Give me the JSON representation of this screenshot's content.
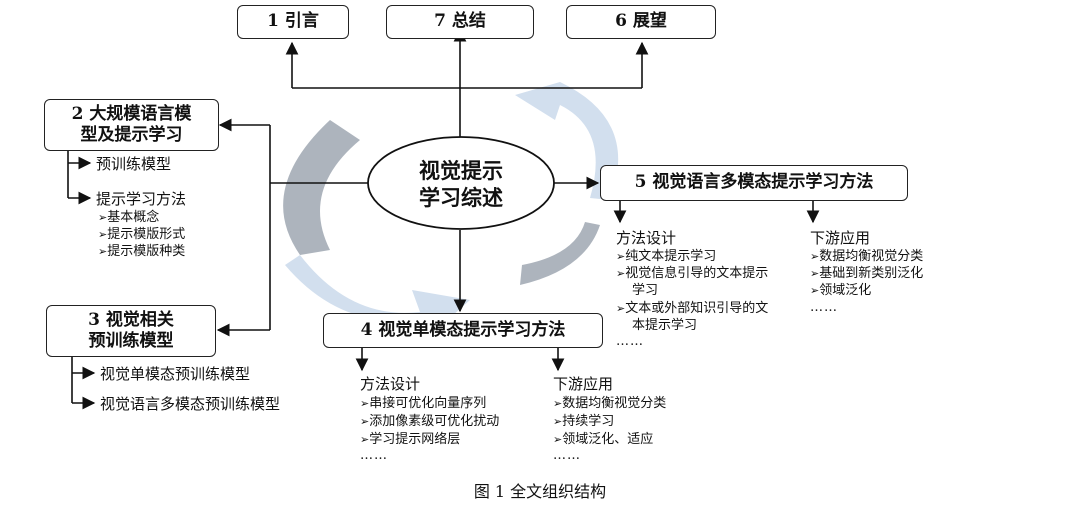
{
  "center": {
    "line1": "视觉提示",
    "line2": "学习综述"
  },
  "boxes": {
    "b1": "1 引言",
    "b7": "7 总结",
    "b6": "6 展望",
    "b2_line1": "2 大规模语言模",
    "b2_line2": "型及提示学习",
    "b3_line1": "3 视觉相关",
    "b3_line2": "预训练模型",
    "b4": "4 视觉单模态提示学习方法",
    "b5": "5 视觉语言多模态提示学习方法"
  },
  "sec2": {
    "sub1": "预训练模型",
    "sub2": "提示学习方法",
    "items": [
      "基本概念",
      "提示模版形式",
      "提示模版种类"
    ]
  },
  "sec3": {
    "sub1": "视觉单模态预训练模型",
    "sub2": "视觉语言多模态预训练模型"
  },
  "sec4": {
    "left_title": "方法设计",
    "left_items": [
      "串接可优化向量序列",
      "添加像素级可优化扰动",
      "学习提示网络层"
    ],
    "right_title": "下游应用",
    "right_items": [
      "数据均衡视觉分类",
      "持续学习",
      "领域泛化、适应"
    ],
    "ellipsis": "……"
  },
  "sec5": {
    "left_title": "方法设计",
    "left_items": [
      "纯文本提示学习",
      "视觉信息引导的文本提示",
      "文本或外部知识引导的文"
    ],
    "left_cont": [
      "学习",
      "本提示学习"
    ],
    "right_title": "下游应用",
    "right_items": [
      "数据均衡视觉分类",
      "基础到新类别泛化",
      "领域泛化"
    ],
    "ellipsis": "……"
  },
  "caption": "图 1 全文组织结构",
  "colors": {
    "arc_dark": "#a4acb6",
    "arc_light": "#d2dfee",
    "line": "#111111"
  }
}
